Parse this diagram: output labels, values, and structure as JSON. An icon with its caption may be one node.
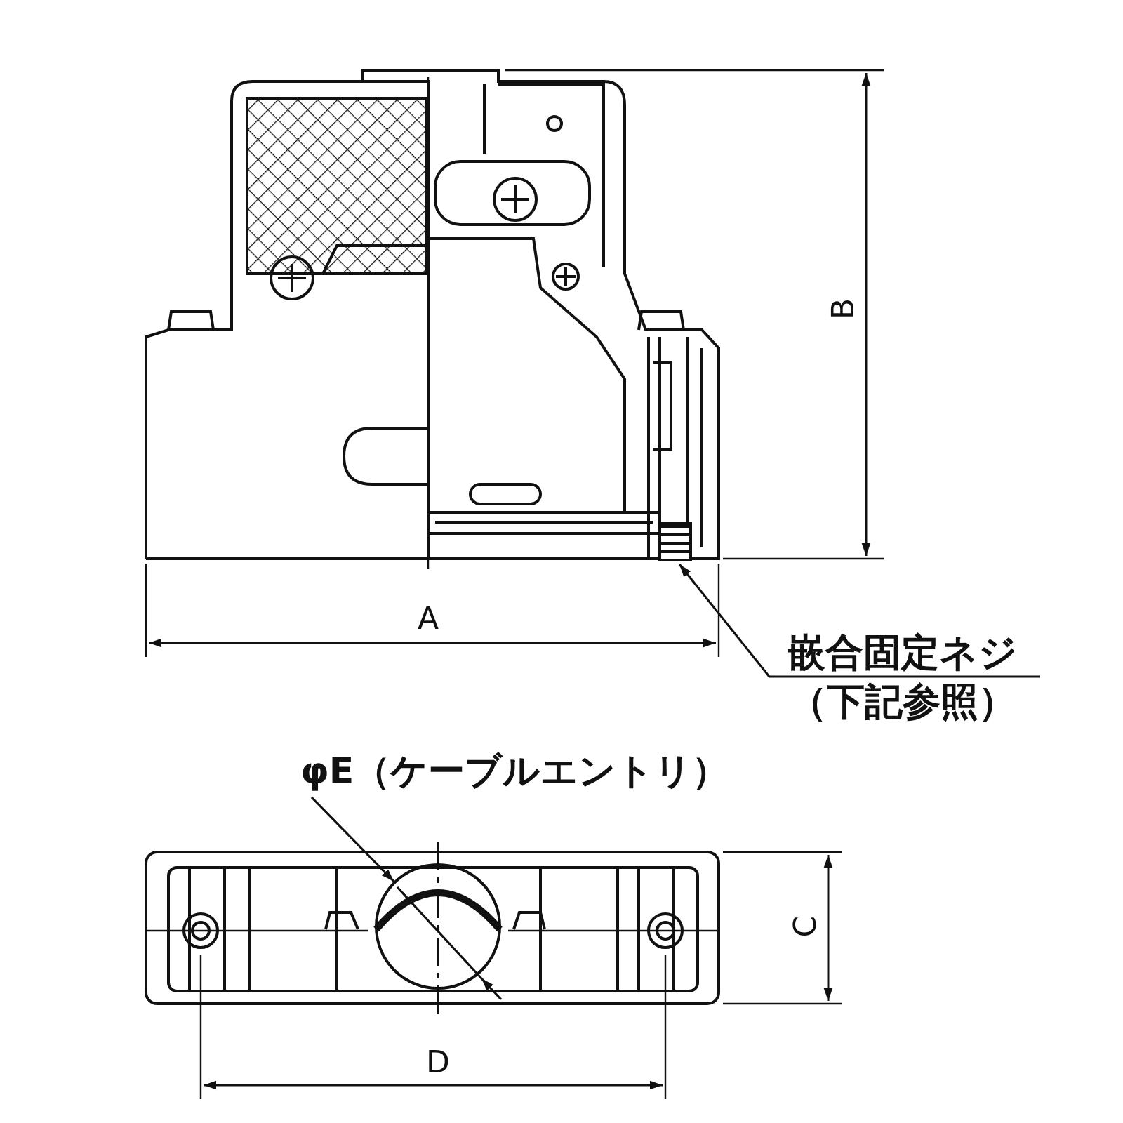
{
  "diagram": {
    "nodes": [
      {
        "text": [
          "嵌合固定ネジ（下記参照）"
        ]
      },
      {
        "text": [],
        "shape": "picture"
      },
      {
        "text": [
          "φE（ケーブルエントリ）"
        ]
      },
      {
        "text": [],
        "shape": "circle"
      }
    ],
    "edges": [
      {
        "from": 0,
        "to": 1,
        "arrow": "to"
      },
      {
        "from": 2,
        "to": 3,
        "arrow": "to"
      }
    ],
    "labels": [
      "B",
      "A",
      "C",
      "D"
    ]
  }
}
